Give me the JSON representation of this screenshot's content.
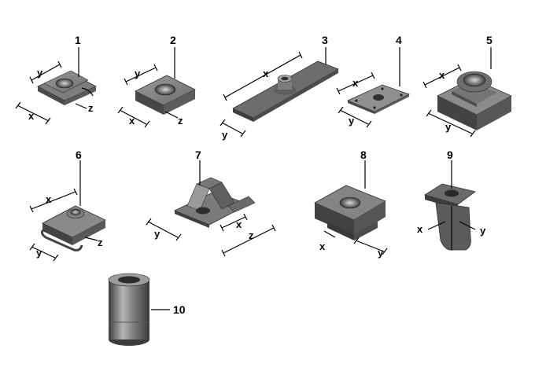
{
  "parts": [
    {
      "number": "1",
      "dims": [
        "y",
        "x",
        "z"
      ],
      "icon": "clip-nut-icon"
    },
    {
      "number": "2",
      "dims": [
        "y",
        "x",
        "z"
      ],
      "icon": "square-weld-nut-icon"
    },
    {
      "number": "3",
      "dims": [
        "x",
        "y"
      ],
      "icon": "strip-nut-plate-icon"
    },
    {
      "number": "4",
      "dims": [
        "x",
        "y"
      ],
      "icon": "perforated-plate-nut-icon"
    },
    {
      "number": "5",
      "dims": [
        "x",
        "y"
      ],
      "icon": "square-threaded-block-icon"
    },
    {
      "number": "6",
      "dims": [
        "x",
        "y",
        "z"
      ],
      "icon": "spring-clip-nut-icon"
    },
    {
      "number": "7",
      "dims": [
        "y",
        "x",
        "z"
      ],
      "icon": "sheet-metal-clip-icon"
    },
    {
      "number": "8",
      "dims": [
        "x",
        "y"
      ],
      "icon": "cage-nut-icon"
    },
    {
      "number": "9",
      "dims": [
        "x",
        "y"
      ],
      "icon": "expanding-plastic-nut-icon"
    },
    {
      "number": "10",
      "dims": [],
      "icon": "cylindrical-spacer-nut-icon"
    }
  ],
  "colors": {
    "metal_top": "#8c8c8c",
    "metal_side": "#4f4f4f",
    "metal_dark": "#3a3a3a",
    "label": "#000000"
  }
}
